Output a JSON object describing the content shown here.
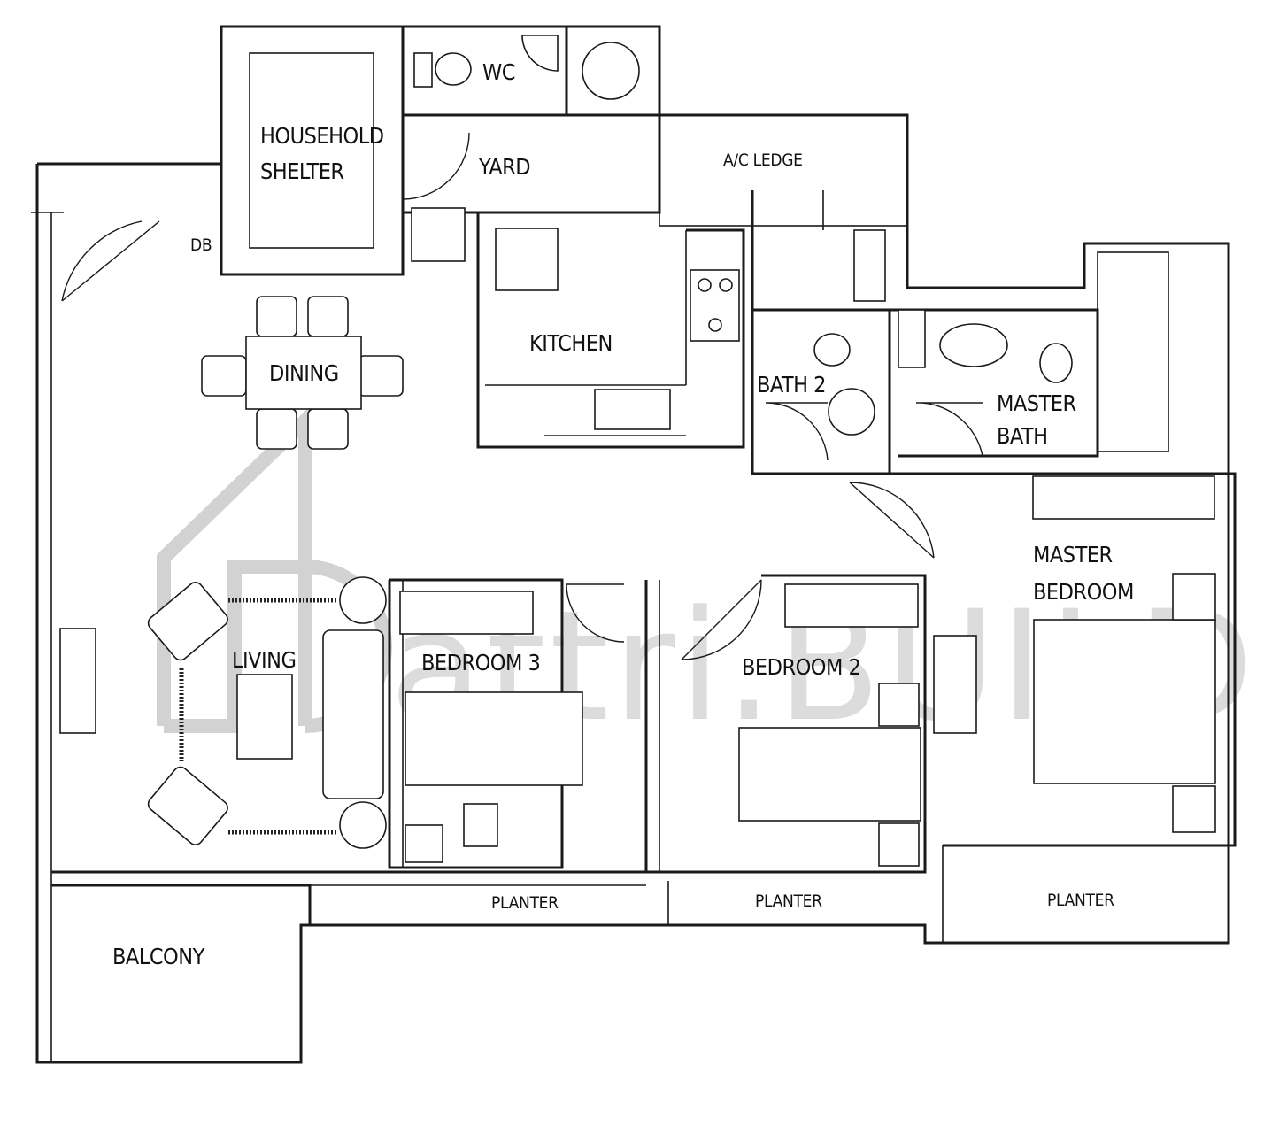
{
  "plan": {
    "rooms": {
      "household_shelter": [
        "HOUSEHOLD",
        "SHELTER"
      ],
      "wc": "WC",
      "yard": "YARD",
      "ac_ledge": "A/C LEDGE",
      "db": "DB",
      "kitchen": "KITCHEN",
      "dining": "DINING",
      "bath2": "BATH 2",
      "master_bath": [
        "MASTER",
        "BATH"
      ],
      "master_bedroom": [
        "MASTER",
        "BEDROOM"
      ],
      "living": "LIVING",
      "bedroom3": "BEDROOM 3",
      "bedroom2": "BEDROOM 2",
      "balcony": "BALCONY",
      "planter_1": "PLANTER",
      "planter_2": "PLANTER",
      "planter_3": "PLANTER"
    },
    "watermark": "attri.BUILD",
    "line_color": "#1a1a1a",
    "watermark_color": "#d2d2d2"
  }
}
